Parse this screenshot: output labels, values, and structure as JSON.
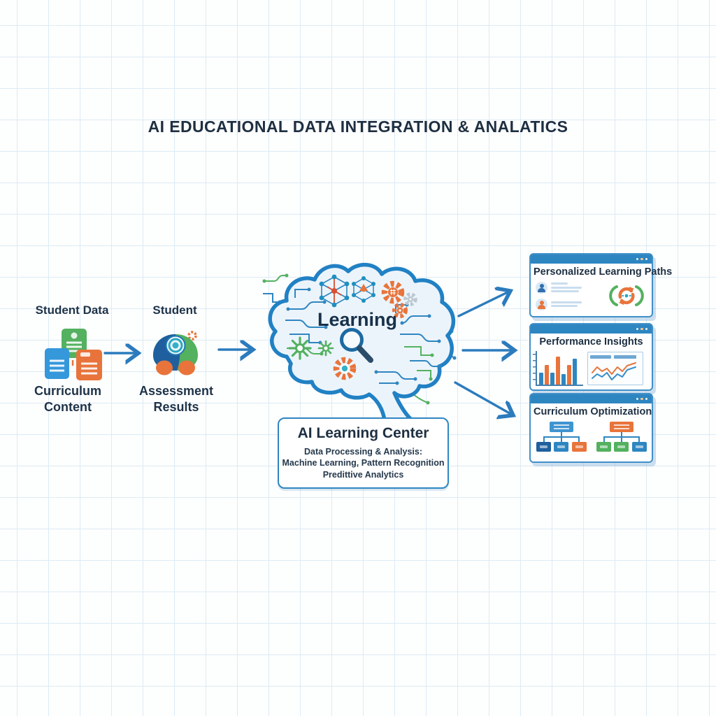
{
  "title": "AI EDUCATIONAL DATA INTEGRATION & ANALATICS",
  "inputs": [
    {
      "top_label": "Student Data",
      "bottom_label": "Curriculum Content",
      "icon": "documents-icon"
    },
    {
      "top_label": "Student",
      "bottom_label": "Assessment Results",
      "icon": "student-robot-icon"
    }
  ],
  "brain": {
    "label": "Learning",
    "icon": "magnifier-icon"
  },
  "center_box": {
    "title": "AI Learning Center",
    "lines": [
      "Data Processing & Analysis:",
      "Machine Learning, Pattern Recognition",
      "Predittive Analytics"
    ]
  },
  "outputs": [
    {
      "title": "Personalized Learning Paths",
      "icon": "learning-cycle-icon",
      "users": [
        {
          "color": "#2f6fad",
          "lines": [
            24,
            44,
            40
          ]
        },
        {
          "color": "#e8743b",
          "lines": [
            44,
            38
          ]
        }
      ]
    },
    {
      "title": "Performance Insights",
      "chart": {
        "type": "bar",
        "values": [
          38,
          62,
          38,
          88,
          34,
          62,
          82
        ],
        "colors": [
          "#2e86c1",
          "#e8743b",
          "#2e86c1",
          "#e8743b",
          "#2e86c1",
          "#e8743b",
          "#2e86c1"
        ]
      },
      "sparkline": {
        "orange": [
          [
            2,
            17
          ],
          [
            9,
            9
          ],
          [
            16,
            15
          ],
          [
            23,
            11
          ],
          [
            30,
            19
          ],
          [
            38,
            9
          ],
          [
            45,
            15
          ],
          [
            52,
            7
          ],
          [
            64,
            3
          ]
        ],
        "blue": [
          [
            2,
            25
          ],
          [
            9,
            19
          ],
          [
            16,
            23
          ],
          [
            23,
            17
          ],
          [
            30,
            27
          ],
          [
            38,
            19
          ],
          [
            45,
            23
          ],
          [
            52,
            13
          ],
          [
            64,
            9
          ]
        ]
      }
    },
    {
      "title": "Curriculum Optimization",
      "trees": [
        {
          "root": "#3f94d1",
          "children": [
            "#1f5f9e",
            "#2e86c1",
            "#e8743b"
          ]
        },
        {
          "root": "#e8743b",
          "children": [
            "#53b15f",
            "#53b15f",
            "#2e86c1"
          ]
        }
      ]
    }
  ],
  "colors": {
    "accent_blue": "#2e86c1",
    "dark_navy": "#1d2f42",
    "orange": "#e8743b",
    "green": "#53b15f",
    "teal": "#35b0c8",
    "grid_line": "#dcebf5"
  }
}
